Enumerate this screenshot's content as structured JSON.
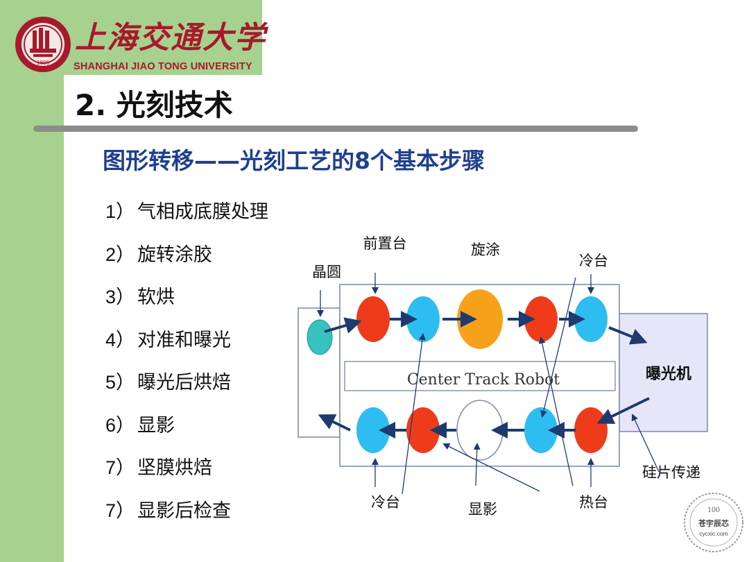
{
  "header": {
    "university_cn": "上海交通大学",
    "university_en": "SHANGHAI JIAO TONG UNIVERSITY",
    "seal_year": "1896"
  },
  "slide": {
    "title": "2. 光刻技术",
    "subtitle": "图形转移——光刻工艺的8个基本步骤"
  },
  "steps": [
    {
      "num": "1）",
      "text": "气相成底膜处理"
    },
    {
      "num": "2）",
      "text": "旋转涂胶"
    },
    {
      "num": "3）",
      "text": "软烘"
    },
    {
      "num": "4）",
      "text": "对准和曝光"
    },
    {
      "num": "5）",
      "text": "曝光后烘焙"
    },
    {
      "num": "6）",
      "text": "显影"
    },
    {
      "num": "7）",
      "text": "坚膜烘焙"
    },
    {
      "num": "7）",
      "text": "显影后检查"
    }
  ],
  "diagram": {
    "labels": {
      "wafer": "晶圆",
      "prebake_stage": "前置台",
      "spin_coat": "旋涂",
      "cool_stage_top": "冷台",
      "exposure_tool": "曝光机",
      "robot": "Center Track Robot",
      "wafer_transfer": "硅片传递",
      "cool_stage_bottom": "冷台",
      "develop": "显影",
      "hot_stage": "热台"
    },
    "colors": {
      "red": "#ee3b1a",
      "blue": "#2ebdf0",
      "orange": "#f7a11a",
      "teal": "#35c3bd",
      "arrow": "#1e3a6e",
      "exposure_fill": "#e6e6f8"
    }
  },
  "watermark": {
    "score": "100",
    "brand_cn": "苍宇辰芯",
    "site": "cycxic.com"
  }
}
